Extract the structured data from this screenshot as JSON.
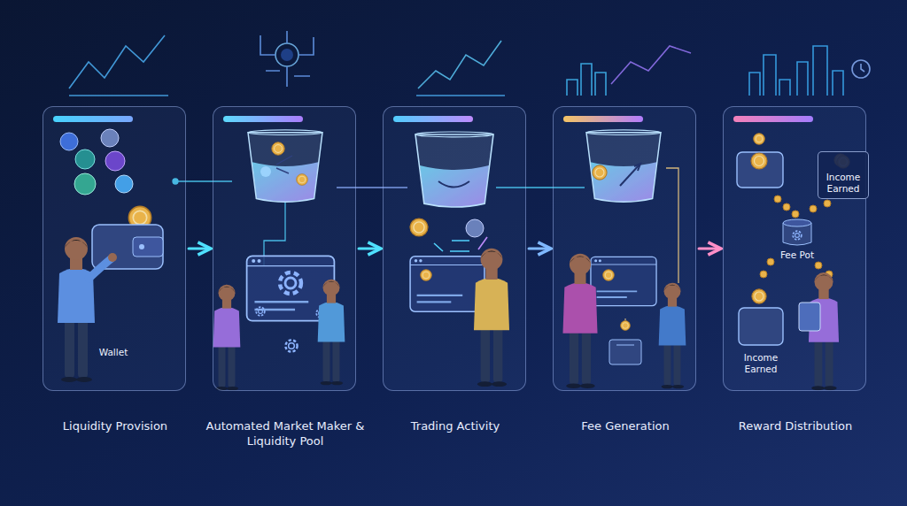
{
  "diagram": {
    "nodes": [
      {
        "text": [
          "Liquidity Provision"
        ]
      },
      {
        "text": [
          "Automated Market Maker & Liquidity Pool"
        ]
      },
      {
        "text": [
          "Trading Activity"
        ]
      },
      {
        "text": [
          "Fee Generation"
        ]
      },
      {
        "text": [
          "Reward Distribution"
        ]
      },
      {
        "text": [
          "Income Earned"
        ],
        "in": 4
      }
    ],
    "edges": [
      {
        "from": 0,
        "to": 1,
        "arrow": "to"
      },
      {
        "from": 1,
        "to": 2,
        "arrow": "to"
      },
      {
        "from": 2,
        "to": 3,
        "arrow": "to"
      },
      {
        "from": 3,
        "to": 4,
        "arrow": "to"
      }
    ],
    "labels": [
      "Wallet",
      "Fee Pot",
      "Income Earned"
    ]
  }
}
